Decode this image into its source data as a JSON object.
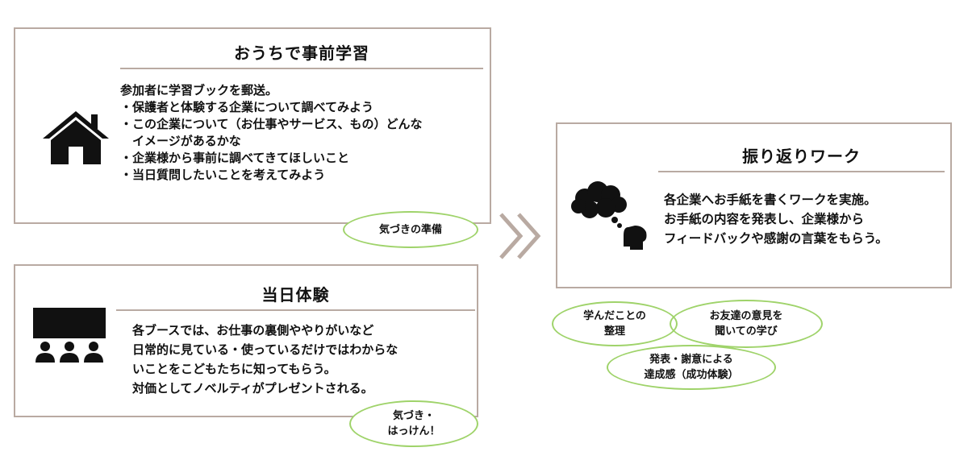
{
  "home_study": {
    "title": "おうちで事前学習",
    "body": "参加者に学習ブックを郵送。\n・保護者と体験する企業について調べてみよう\n・この企業について（お仕事やサービス、もの）どんな\n　イメージがあるかな\n・企業様から事前に調べてきてほしいこと\n・当日質問したいことを考えてみよう",
    "badge": "気づきの準備",
    "icon": "house-icon"
  },
  "day_experience": {
    "title": "当日体験",
    "body": "各ブースでは、お仕事の裏側ややりがいなど\n日常的に見ている・使っているだけではわからな\nいことをこどもたちに知ってもらう。\n対価としてノベルティがプレゼントされる。",
    "badge": "気づき・\nはっけん！",
    "icon": "audience-screen-icon"
  },
  "arrow": {
    "icon": "double-chevron-right-icon"
  },
  "reflection": {
    "title": "振り返りワーク",
    "body": "各企業へお手紙を書くワークを実施。\nお手紙の内容を発表し、企業様から\nフィードバックや感謝の言葉をもらう。",
    "icon": "thinking-head-icon",
    "badges": [
      "学んだことの\n整理",
      "お友達の意見を\n聞いての学び",
      "発表・謝意による\n達成感（成功体験）"
    ]
  },
  "colors": {
    "border": "#b9aaa2",
    "oval": "#9fd36a",
    "icon": "#111111",
    "arrow": "#b9aaa2"
  }
}
